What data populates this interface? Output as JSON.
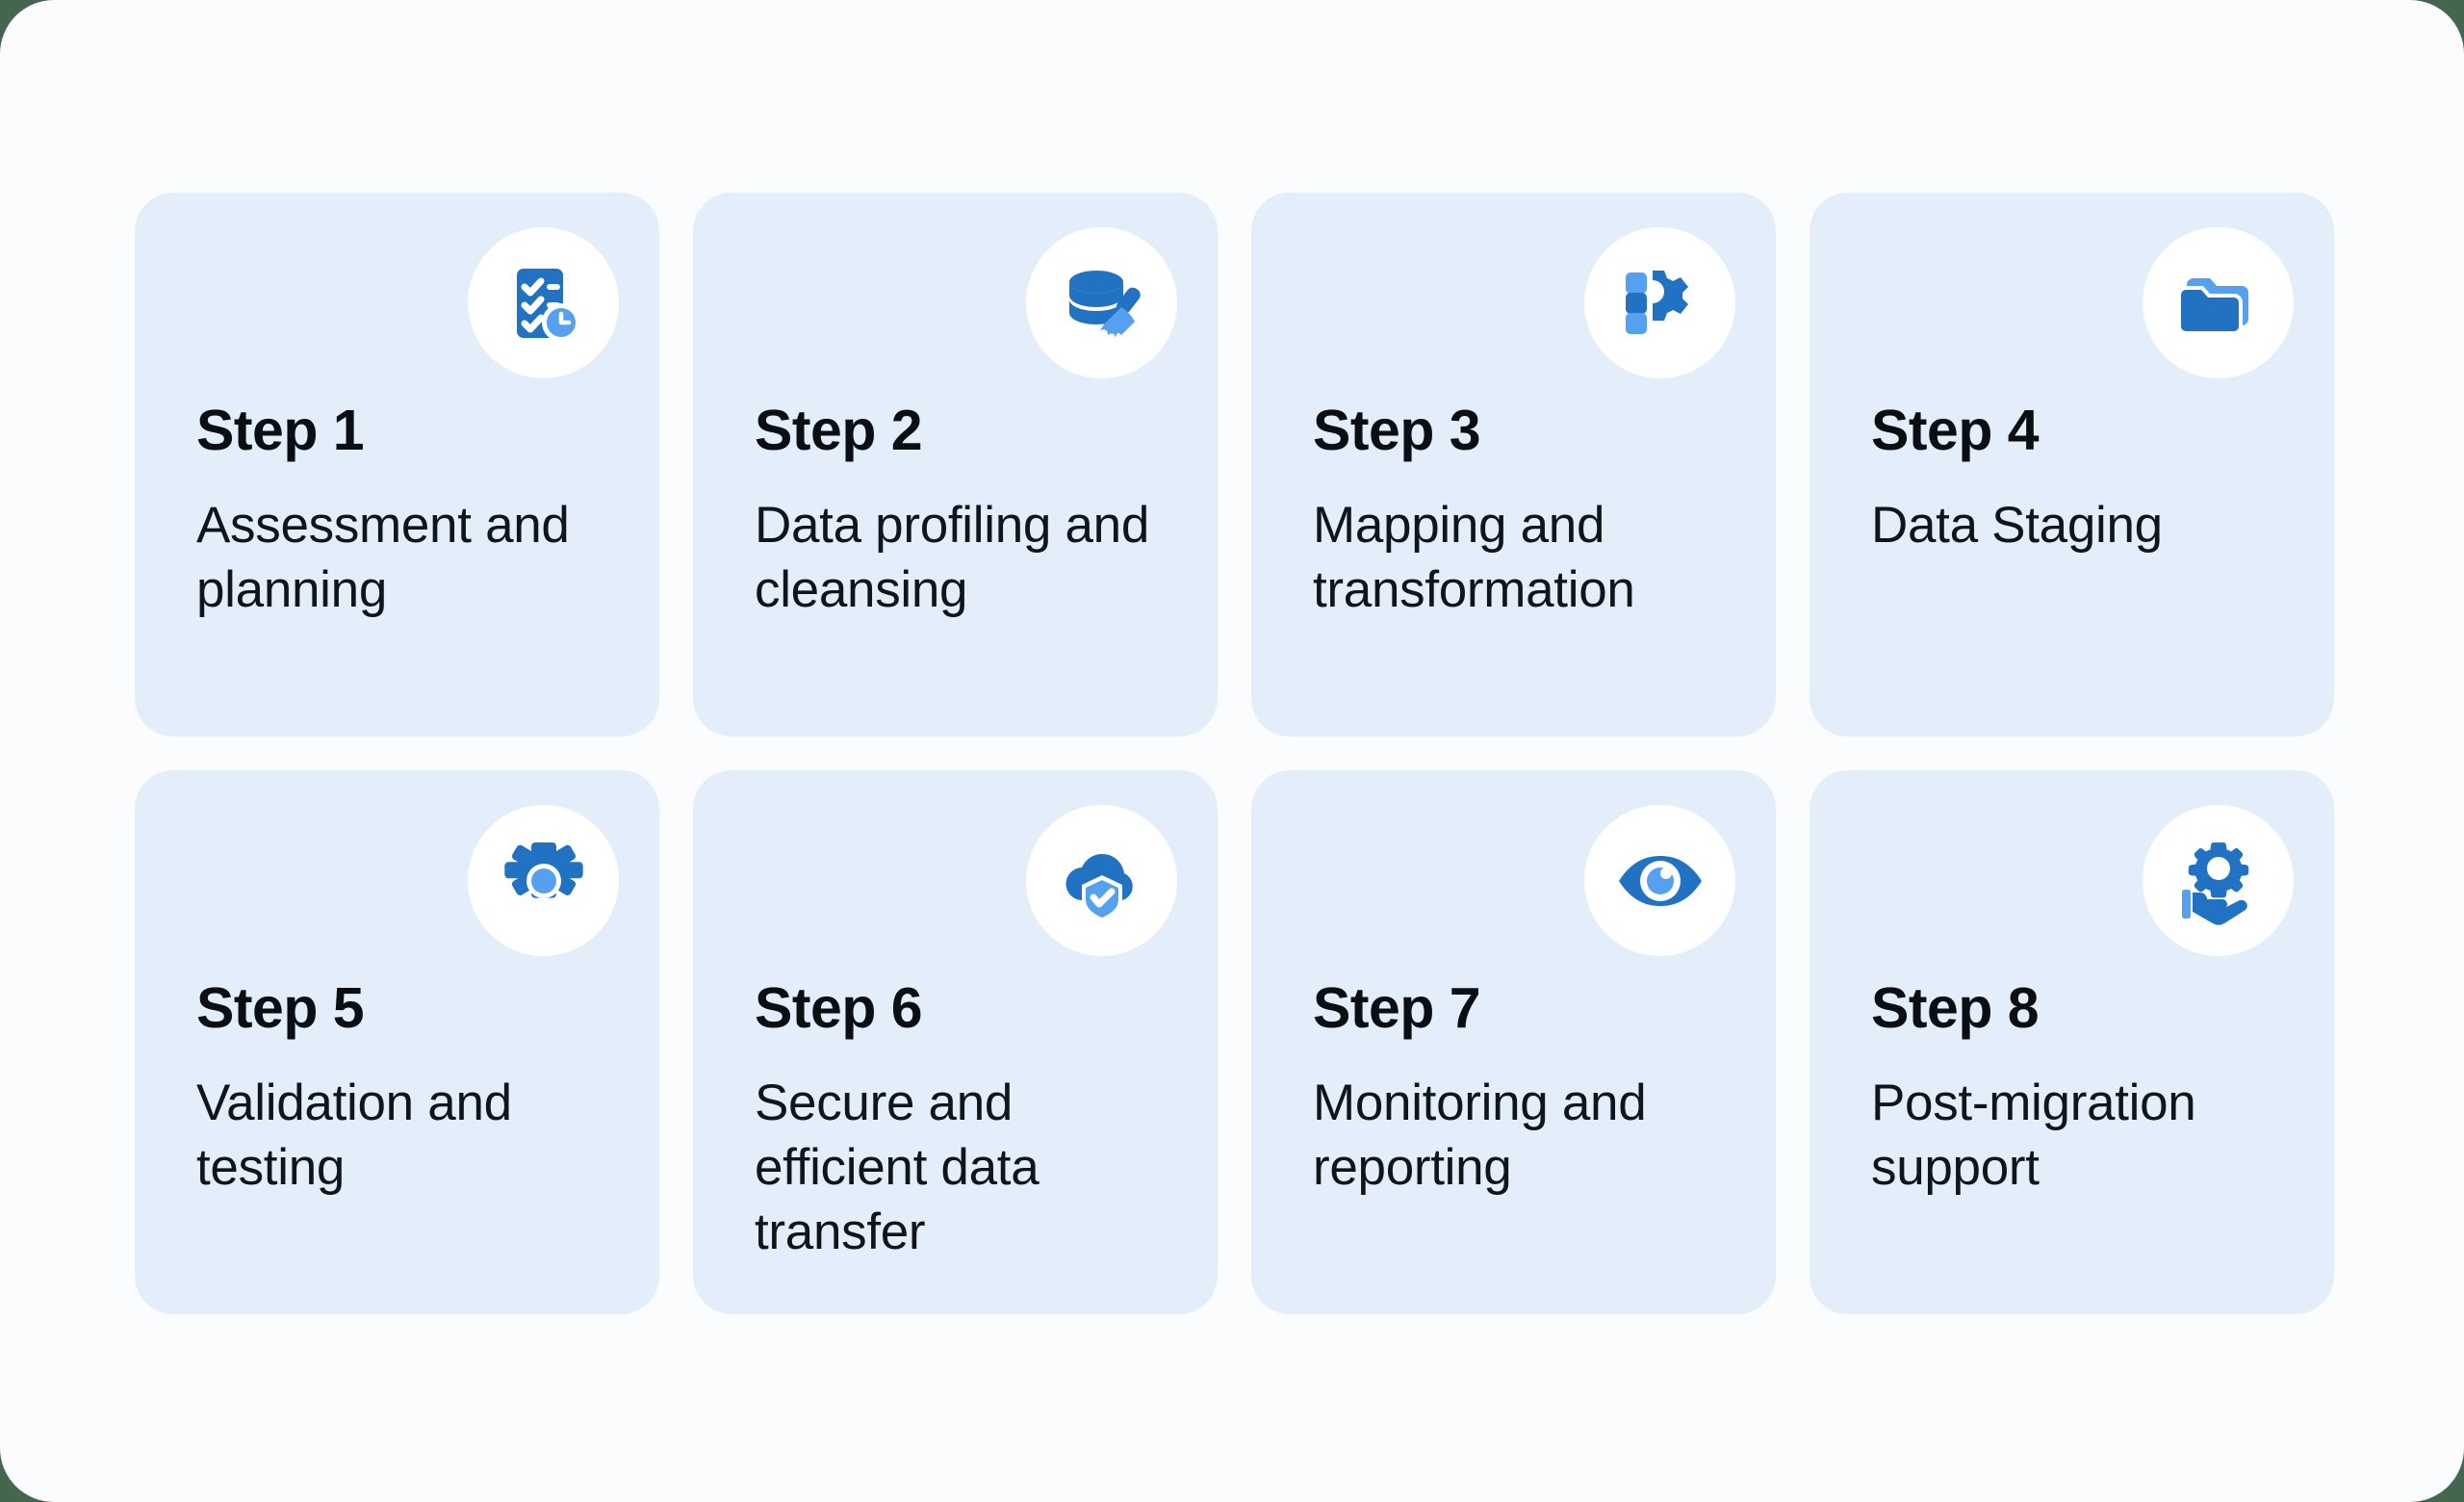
{
  "theme": {
    "page_background": "#fbfcfe",
    "outer_background": "#44664f",
    "card_background": "#e4eefb",
    "badge_background": "#ffffff",
    "icon_primary": "#2272c4",
    "icon_secondary": "#55a0ef",
    "title_color": "#0b0f14",
    "description_color": "#10151b"
  },
  "cards": [
    {
      "title": "Step 1",
      "description": "Assessment and planning",
      "description_lines": [
        "Assessment",
        "and planning"
      ],
      "icon": "checklist-clock-icon"
    },
    {
      "title": "Step 2",
      "description": "Data profiling and cleansing",
      "description_lines": [
        "Data profiling",
        "and cleansing"
      ],
      "icon": "database-brush-icon"
    },
    {
      "title": "Step 3",
      "description": "Mapping and transformation",
      "description_lines": [
        "Mapping and",
        "transformation"
      ],
      "icon": "blocks-gear-icon"
    },
    {
      "title": "Step 4",
      "description": "Data Staging",
      "description_lines": [
        "Data Staging"
      ],
      "icon": "folders-icon"
    },
    {
      "title": "Step 5",
      "description": "Validation and testing",
      "description_lines": [
        "Validation",
        "and testing"
      ],
      "icon": "gear-icon"
    },
    {
      "title": "Step 6",
      "description": "Secure and efficient data transfer",
      "description_lines": [
        "Secure and",
        "efficient data",
        "transfer"
      ],
      "icon": "cloud-shield-check-icon"
    },
    {
      "title": "Step 7",
      "description": "Monitoring and reporting",
      "description_lines": [
        "Monitoring",
        "and reporting"
      ],
      "icon": "eye-icon"
    },
    {
      "title": "Step 8",
      "description": "Post-migration support",
      "description_lines": [
        "Post-migration",
        "support"
      ],
      "icon": "hand-gear-icon"
    }
  ]
}
